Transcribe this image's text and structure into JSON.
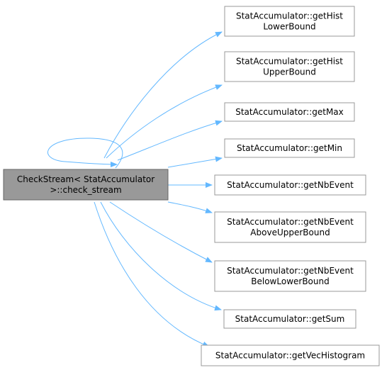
{
  "diagram": {
    "source": {
      "id": "check_stream",
      "lines": [
        "CheckStream< StatAccumulator",
        ">::check_stream"
      ]
    },
    "targets": [
      {
        "id": "getHistLowerBound",
        "lines": [
          "StatAccumulator::getHist",
          "LowerBound"
        ]
      },
      {
        "id": "getHistUpperBound",
        "lines": [
          "StatAccumulator::getHist",
          "UpperBound"
        ]
      },
      {
        "id": "getMax",
        "lines": [
          "StatAccumulator::getMax"
        ]
      },
      {
        "id": "getMin",
        "lines": [
          "StatAccumulator::getMin"
        ]
      },
      {
        "id": "getNbEvent",
        "lines": [
          "StatAccumulator::getNbEvent"
        ]
      },
      {
        "id": "getNbEventAboveUpperBound",
        "lines": [
          "StatAccumulator::getNbEvent",
          "AboveUpperBound"
        ]
      },
      {
        "id": "getNbEventBelowLowerBound",
        "lines": [
          "StatAccumulator::getNbEvent",
          "BelowLowerBound"
        ]
      },
      {
        "id": "getSum",
        "lines": [
          "StatAccumulator::getSum"
        ]
      },
      {
        "id": "getVecHistogram",
        "lines": [
          "StatAccumulator::getVecHistogram"
        ]
      }
    ],
    "edges": [
      {
        "from": "check_stream",
        "to": "check_stream"
      },
      {
        "from": "check_stream",
        "to": "getHistLowerBound"
      },
      {
        "from": "check_stream",
        "to": "getHistUpperBound"
      },
      {
        "from": "check_stream",
        "to": "getMax"
      },
      {
        "from": "check_stream",
        "to": "getMin"
      },
      {
        "from": "check_stream",
        "to": "getNbEvent"
      },
      {
        "from": "check_stream",
        "to": "getNbEventAboveUpperBound"
      },
      {
        "from": "check_stream",
        "to": "getNbEventBelowLowerBound"
      },
      {
        "from": "check_stream",
        "to": "getSum"
      },
      {
        "from": "check_stream",
        "to": "getVecHistogram"
      }
    ],
    "colors": {
      "source_fill": "#999999",
      "source_border": "#666666",
      "node_fill": "#ffffff",
      "node_border": "#999999",
      "edge": "#63b8ff",
      "text": "#000000"
    }
  }
}
